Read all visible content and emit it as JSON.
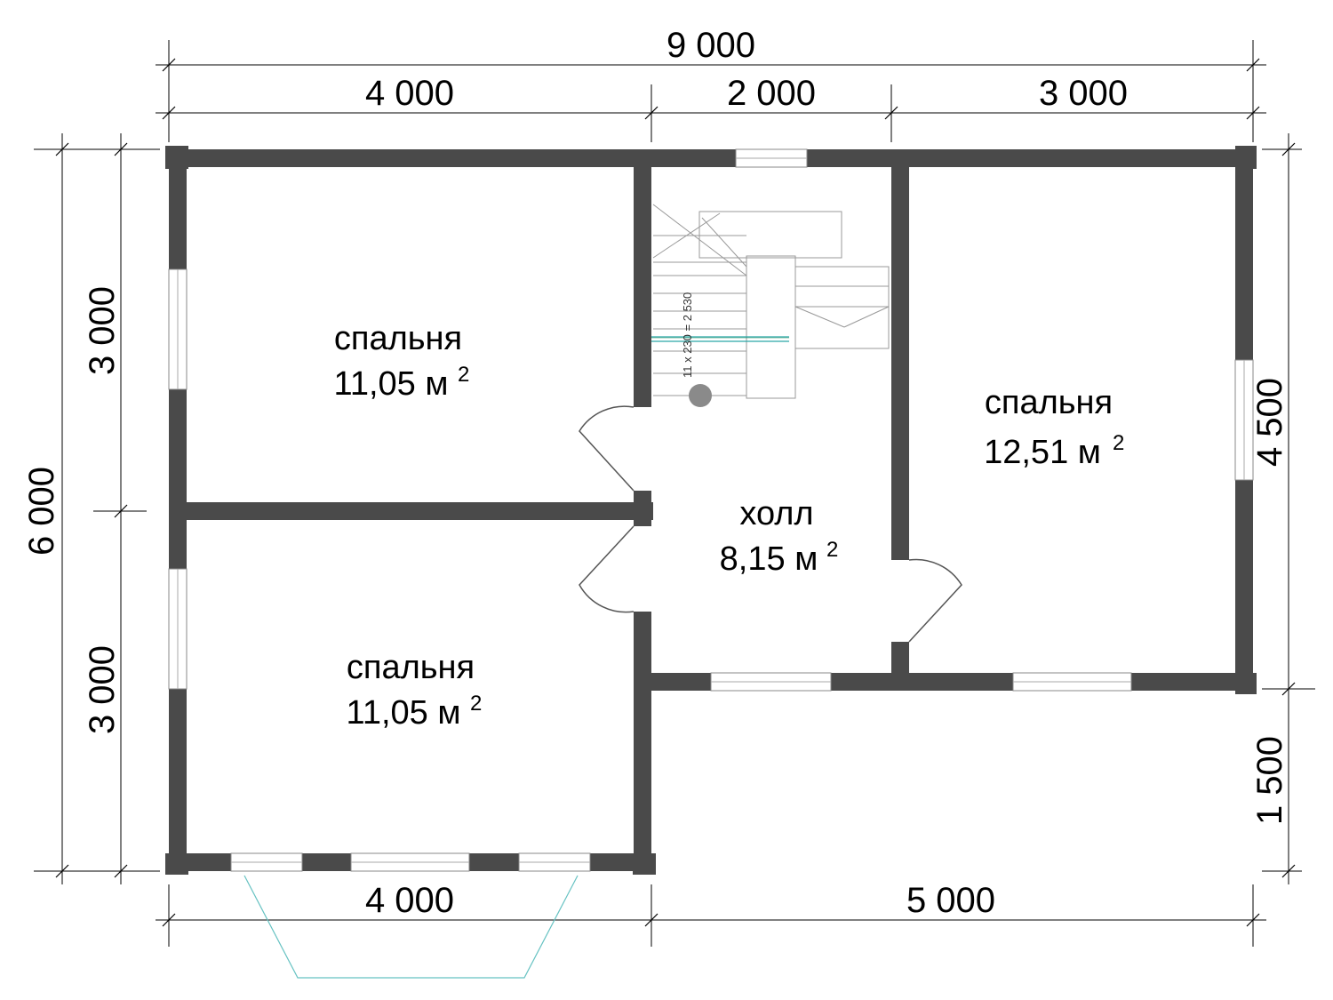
{
  "dimensions": {
    "top_total": "9 000",
    "top_left": "4 000",
    "top_mid": "2 000",
    "top_right": "3 000",
    "left_total": "6 000",
    "left_upper": "3 000",
    "left_lower": "3 000",
    "right_upper": "4 500",
    "right_lower": "1 500",
    "bottom_left": "4 000",
    "bottom_right": "5 000"
  },
  "rooms": {
    "bedroom_top_left": {
      "name": "спальня",
      "area": "11,05 м",
      "sup": "2"
    },
    "bedroom_bottom_left": {
      "name": "спальня",
      "area": "11,05 м",
      "sup": "2"
    },
    "bedroom_right": {
      "name": "спальня",
      "area": "12,51 м",
      "sup": "2"
    },
    "hall": {
      "name": "холл",
      "area": "8,15 м",
      "sup": "2"
    }
  },
  "stairs": {
    "note": "11 x 230 = 2 530"
  },
  "colors": {
    "wall": "#4a4a4a",
    "glass": "#2aa7a7",
    "porch": "#66c2c2"
  }
}
